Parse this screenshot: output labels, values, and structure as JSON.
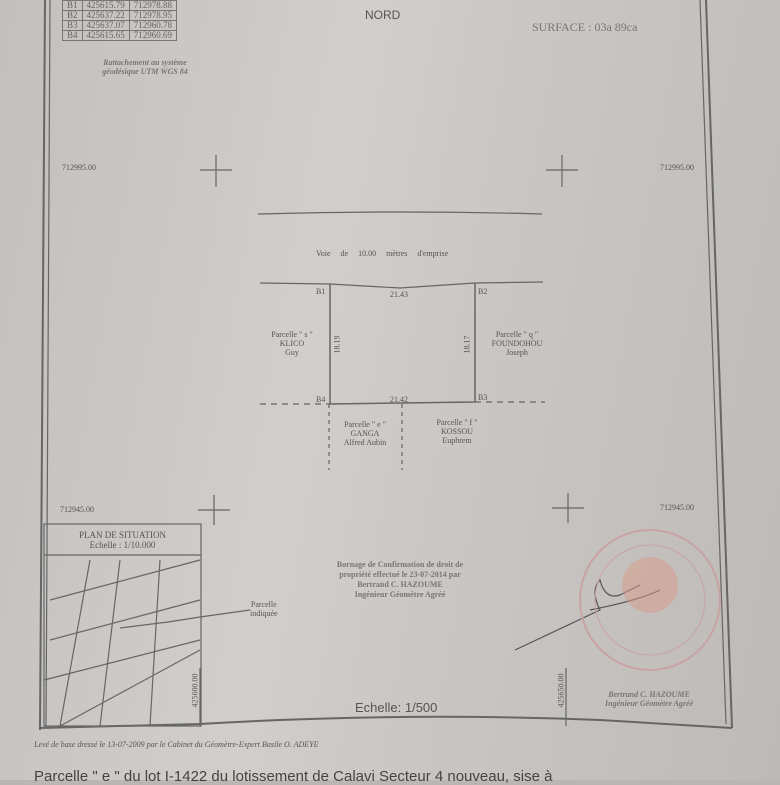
{
  "coords_table": {
    "rows": [
      {
        "point": "B1",
        "x": "425615.79",
        "y": "712978.88"
      },
      {
        "point": "B2",
        "x": "425637.22",
        "y": "712978.95"
      },
      {
        "point": "B3",
        "x": "425637.07",
        "y": "712960.78"
      },
      {
        "point": "B4",
        "x": "425615.65",
        "y": "712960.69"
      }
    ],
    "caption_1": "Rattachement au système",
    "caption_2": "géodésique UTM WGS 84"
  },
  "north_label": "NORD",
  "surface": "SURFACE : 03a 89ca",
  "grid": {
    "north_top": "712995.00",
    "north_bottom": "712945.00",
    "east_left": "425600.00",
    "east_right": "425650.00"
  },
  "road": "Voie de 10.00 mètres d'emprise",
  "points": [
    "B1",
    "B2",
    "B3",
    "B4"
  ],
  "dimensions": {
    "top": "21.43",
    "bottom": "21.42",
    "left": "18.19",
    "right": "18.17"
  },
  "neighbours": [
    {
      "title": "Parcelle \" s \"",
      "name1": "KLICO",
      "name2": "Guy"
    },
    {
      "title": "Parcelle \" q \"",
      "name1": "FOUNDOHOU",
      "name2": "Joseph"
    },
    {
      "title": "Parcelle \" e \"",
      "name1": "GANGA",
      "name2": "Alfred Aubin"
    },
    {
      "title": "Parcelle \" f \"",
      "name1": "KOSSOU",
      "name2": "Euphrem"
    }
  ],
  "situation": {
    "title": "PLAN DE SITUATION",
    "scale": "Echelle : 1/10.000",
    "parcel_label_1": "Parcelle",
    "parcel_label_2": "indiquée"
  },
  "bornage": [
    "Bornage de Confirmation de droit de",
    "propriété effectué le 23-07-2014 par",
    "Bertrand C. HAZOUME",
    "Ingénieur Géomètre Agréé"
  ],
  "scale": "Echelle: 1/500",
  "signature_block": {
    "name": "Bertrand C. HAZOUME",
    "title": "Ingénieur Géomètre Agréé"
  },
  "stamp_colors": {
    "ring": "#c9a3a3",
    "center": "#d99a8a"
  },
  "footer_note": "Levé de base dressé le 13-07-2009 par  le Cabinet du Géomètre-Expert  Basile O. ADEYE",
  "bottom_text": "Parcelle \" e \" du lot I-1422 du lotissement de Calavi Secteur 4 nouveau, sise à"
}
